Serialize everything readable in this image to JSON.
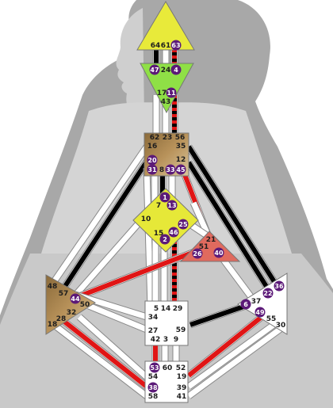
{
  "colors": {
    "defined_channel": "#000000",
    "design_channel": "#e01515",
    "undefined_channel": "#ffffff",
    "activation_badge": "#5c1a78",
    "head_center": "#e8ea3a",
    "ajna_center": "#8fe046",
    "throat_center": "#b8925a",
    "g_center": "#e6e838",
    "ego_center": "#e06a5e",
    "spleen_center": "#b8925a",
    "undefined_center": "#ffffff",
    "body_silhouette": "#a8a8a8"
  },
  "centers": {
    "head": {
      "gates": [
        "64",
        "61",
        "63"
      ]
    },
    "ajna": {
      "gates": [
        "47",
        "24",
        "4",
        "17",
        "11",
        "43"
      ]
    },
    "throat": {
      "gates": [
        "62",
        "23",
        "56",
        "16",
        "35",
        "12",
        "20",
        "31",
        "8",
        "33",
        "45"
      ]
    },
    "g": {
      "gates": [
        "1",
        "13",
        "7",
        "10",
        "25",
        "15",
        "46",
        "2"
      ]
    },
    "ego": {
      "gates": [
        "21",
        "51",
        "26",
        "40"
      ]
    },
    "spleen": {
      "gates": [
        "48",
        "57",
        "44",
        "50",
        "32",
        "28",
        "18"
      ]
    },
    "solar_plexus": {
      "gates": [
        "36",
        "22",
        "37",
        "6",
        "49",
        "55",
        "30"
      ]
    },
    "sacral": {
      "gates": [
        "5",
        "14",
        "29",
        "34",
        "27",
        "59",
        "42",
        "3",
        "9"
      ]
    },
    "root": {
      "gates": [
        "53",
        "60",
        "52",
        "54",
        "19",
        "38",
        "39",
        "58",
        "41"
      ]
    }
  }
}
